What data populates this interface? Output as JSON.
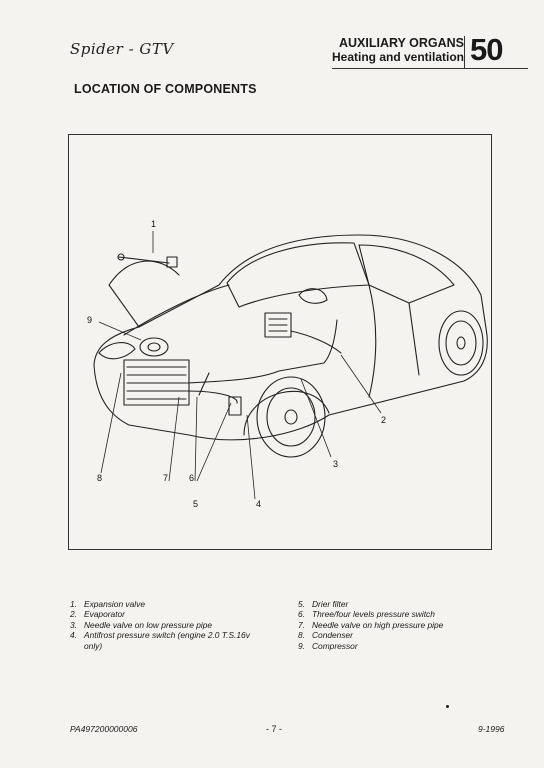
{
  "header": {
    "logo_text": "Spider - GTV",
    "section_group": "AUXILIARY ORGANS",
    "section_sub": "Heating and ventilation",
    "section_number": "50"
  },
  "title": "LOCATION OF COMPONENTS",
  "figure": {
    "callouts": [
      "1",
      "2",
      "3",
      "4",
      "5",
      "6",
      "7",
      "8",
      "9"
    ]
  },
  "legend": {
    "left": [
      {
        "num": "1.",
        "text": "Expansion valve"
      },
      {
        "num": "2.",
        "text": "Evaporator"
      },
      {
        "num": "3.",
        "text": "Needle valve on low pressure pipe"
      },
      {
        "num": "4.",
        "text": "Antifrost pressure switch (engine 2.0 T.S.16v only)"
      }
    ],
    "right": [
      {
        "num": "5.",
        "text": "Drier filter"
      },
      {
        "num": "6.",
        "text": "Three/four levels  pressure switch"
      },
      {
        "num": "7.",
        "text": "Needle valve on high pressure pipe"
      },
      {
        "num": "8.",
        "text": "Condenser"
      },
      {
        "num": "9.",
        "text": "Compressor"
      }
    ]
  },
  "footer": {
    "code": "PA497200000006",
    "page": "- 7 -",
    "date": "9-1996"
  }
}
